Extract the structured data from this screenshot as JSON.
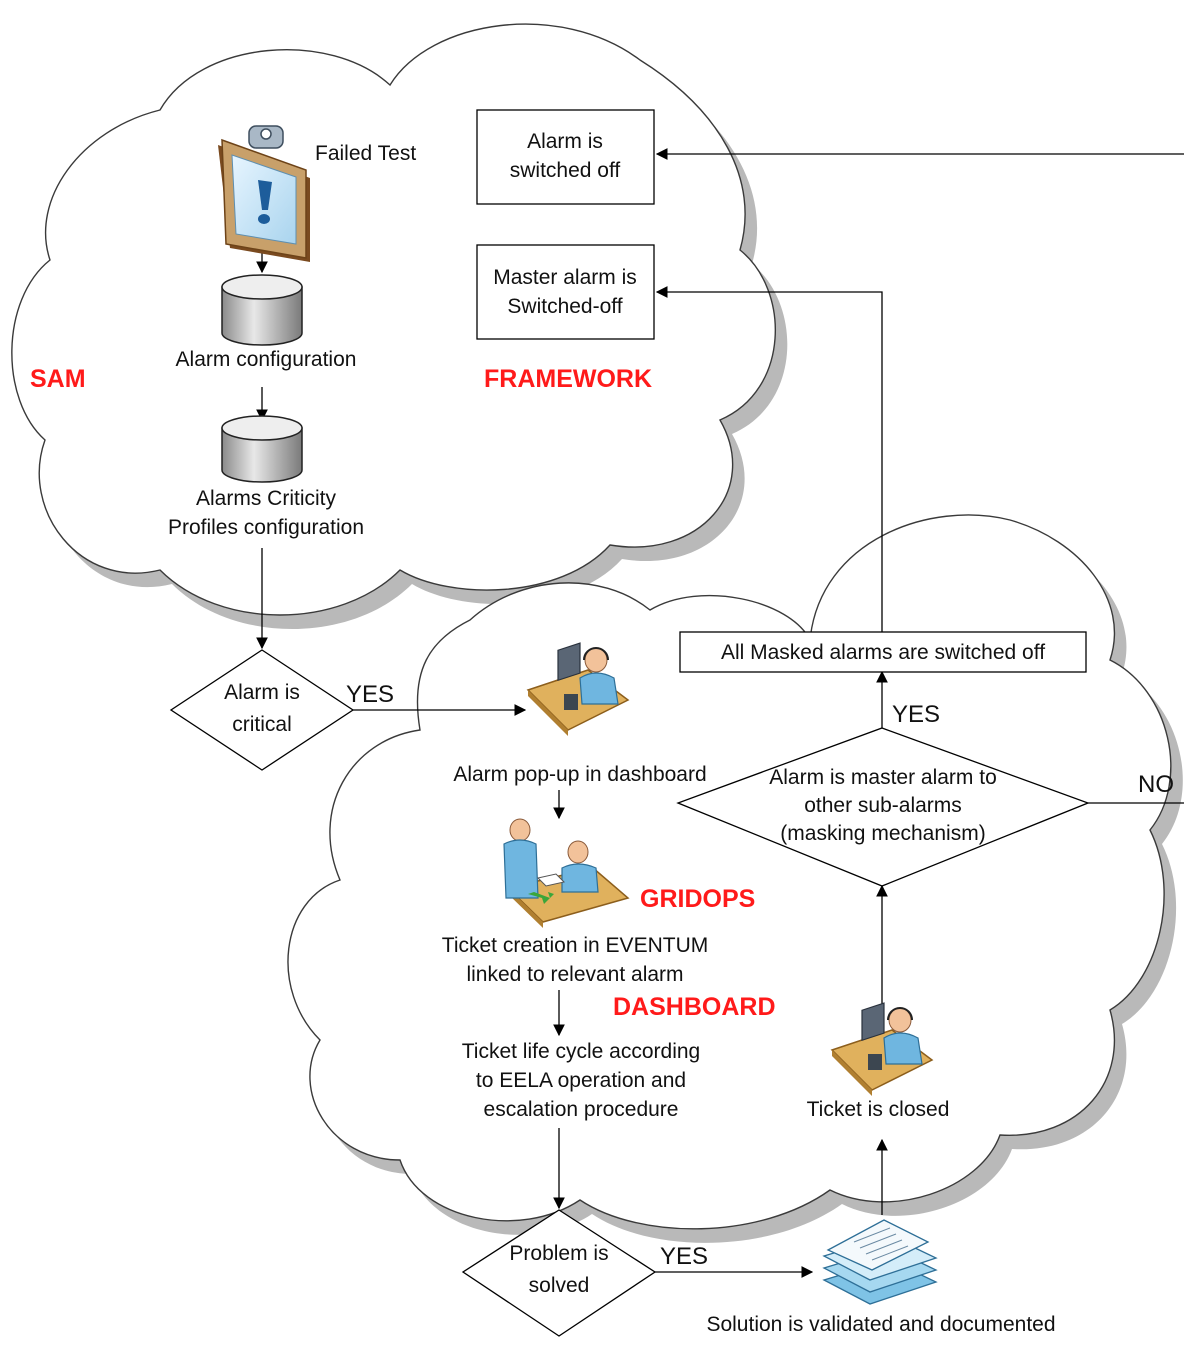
{
  "colors": {
    "region_label": "#ff1a1a",
    "stroke": "#000000",
    "cloud_shadow": "#b9b9b9"
  },
  "regions": {
    "sam": "SAM",
    "framework": "FRAMEWORK",
    "gridops": "GRIDOPS",
    "dashboard": "DASHBOARD"
  },
  "nodes": {
    "failed_test": "Failed Test",
    "alarm_switched_off": [
      "Alarm is",
      "switched off"
    ],
    "master_alarm_switched_off": [
      "Master alarm is",
      "Switched-off"
    ],
    "alarm_configuration": "Alarm configuration",
    "criticity_profiles": [
      "Alarms Criticity",
      "Profiles configuration"
    ],
    "alarm_is_critical": [
      "Alarm is",
      "critical"
    ],
    "alarm_popup": "Alarm pop-up in dashboard",
    "ticket_creation": [
      "Ticket creation  in EVENTUM",
      "linked to relevant alarm"
    ],
    "ticket_life_cycle": [
      "Ticket life cycle according",
      "to EELA operation and",
      "escalation procedure"
    ],
    "problem_solved": [
      "Problem is",
      "solved"
    ],
    "solution_validated": "Solution is validated and documented",
    "ticket_closed": "Ticket is closed",
    "master_alarm_decision": [
      "Alarm is master alarm to",
      "other sub-alarms",
      "(masking mechanism)"
    ],
    "all_masked_switched_off": "All Masked alarms are switched off"
  },
  "edges": {
    "critical_yes": "YES",
    "master_yes": "YES",
    "master_no": "NO",
    "solved_yes": "YES"
  },
  "icons": [
    "clipboard-alert-icon",
    "database-icon",
    "operator-desk-icon",
    "meeting-handoff-icon",
    "documents-stack-icon"
  ]
}
